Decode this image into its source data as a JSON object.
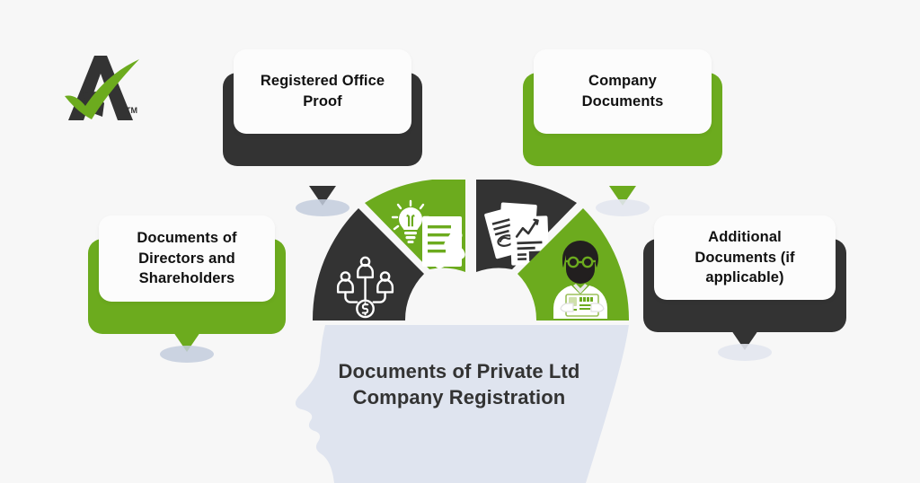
{
  "page": {
    "background_color": "#f7f7f7",
    "title": "Documents of Private Ltd Company Registration"
  },
  "brand": {
    "logo_name": "a-checkmark-logo",
    "trademark_symbol": "TM",
    "dark_color": "#333333",
    "green_color": "#6cab1e"
  },
  "center": {
    "title_line1": "Documents of Private Ltd",
    "title_line2": "Company Registration",
    "title_color": "#333333",
    "head_silhouette_color": "#dfe4ef"
  },
  "callouts": [
    {
      "id": "registered-office",
      "label": "Registered Office Proof",
      "label_line1": "Registered Office",
      "label_line2": "Proof",
      "accent_color": "#333333",
      "accent_name": "dark"
    },
    {
      "id": "company-documents",
      "label": "Company Documents",
      "label_line1": "Company",
      "label_line2": "Documents",
      "accent_color": "#6cab1e",
      "accent_name": "green"
    },
    {
      "id": "directors-shareholders",
      "label": "Documents of Directors and Shareholders",
      "label_line1": "Documents of",
      "label_line2": "Directors and",
      "label_line3": "Shareholders",
      "accent_color": "#6cab1e",
      "accent_name": "green"
    },
    {
      "id": "additional-documents",
      "label": "Additional Documents (if applicable)",
      "label_line1": "Additional",
      "label_line2": "Documents (if",
      "label_line3": "applicable)",
      "accent_color": "#333333",
      "accent_name": "dark"
    }
  ],
  "arc_segments": [
    {
      "id": "segment-shareholders",
      "icon_name": "shareholders-org-chart-dollar-icon",
      "fill_color": "#333333",
      "position": "far-left"
    },
    {
      "id": "segment-idea-stamp",
      "icon_name": "lightbulb-document-stamp-icon",
      "fill_color": "#6cab1e",
      "position": "center-left"
    },
    {
      "id": "segment-documents",
      "icon_name": "stacked-documents-chart-icon",
      "fill_color": "#333333",
      "position": "center-right"
    },
    {
      "id": "segment-person-id",
      "icon_name": "person-with-id-card-icon",
      "fill_color": "#6cab1e",
      "position": "far-right"
    }
  ]
}
